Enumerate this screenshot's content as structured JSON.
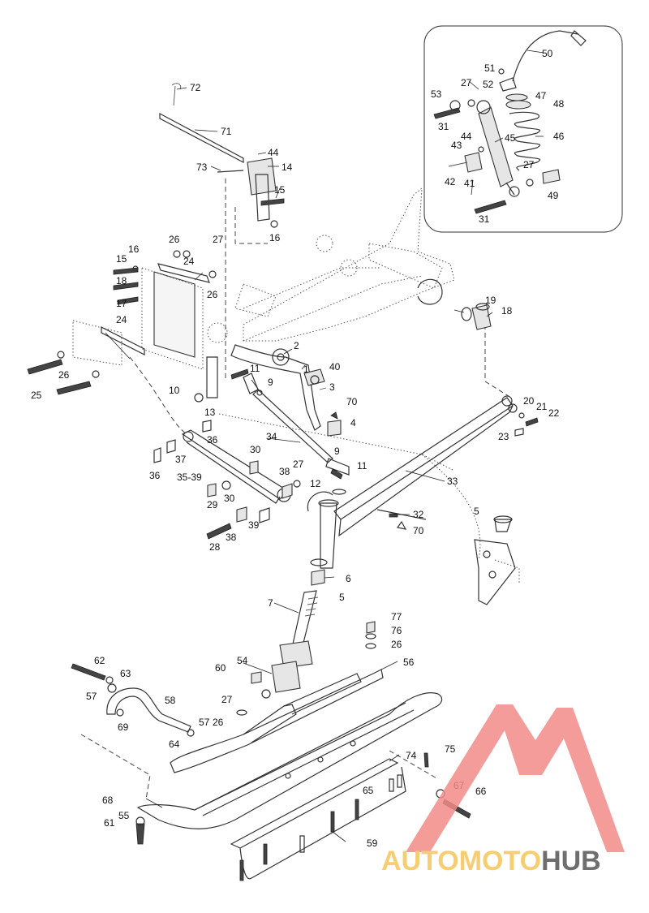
{
  "watermark": {
    "brand_light": "AUTOMOTO",
    "brand_dark": "HUB",
    "colors": {
      "triangle": "#f28b87",
      "auto": "#f6c55a",
      "moto": "#f28b87",
      "hub": "#555555"
    }
  },
  "callouts": [
    {
      "id": "c72",
      "label": "72"
    },
    {
      "id": "c71",
      "label": "71"
    },
    {
      "id": "c44a",
      "label": "44"
    },
    {
      "id": "c14",
      "label": "14"
    },
    {
      "id": "c73",
      "label": "73"
    },
    {
      "id": "c15a",
      "label": "15"
    },
    {
      "id": "c16a",
      "label": "16"
    },
    {
      "id": "c26a",
      "label": "26"
    },
    {
      "id": "c27a",
      "label": "27"
    },
    {
      "id": "c16b",
      "label": "16"
    },
    {
      "id": "c24a",
      "label": "24"
    },
    {
      "id": "c15b",
      "label": "15"
    },
    {
      "id": "c26b",
      "label": "26"
    },
    {
      "id": "c18b",
      "label": "18"
    },
    {
      "id": "c17",
      "label": "17"
    },
    {
      "id": "c24b",
      "label": "24"
    },
    {
      "id": "c26c",
      "label": "26"
    },
    {
      "id": "c25",
      "label": "25"
    },
    {
      "id": "c2",
      "label": "2"
    },
    {
      "id": "c1",
      "label": "1"
    },
    {
      "id": "c40",
      "label": "40"
    },
    {
      "id": "c3",
      "label": "3"
    },
    {
      "id": "c11a",
      "label": "11"
    },
    {
      "id": "c9a",
      "label": "9"
    },
    {
      "id": "c10",
      "label": "10"
    },
    {
      "id": "c13",
      "label": "13"
    },
    {
      "id": "c70a",
      "label": "70"
    },
    {
      "id": "c4",
      "label": "4"
    },
    {
      "id": "c34",
      "label": "34"
    },
    {
      "id": "c9b",
      "label": "9"
    },
    {
      "id": "c11b",
      "label": "11"
    },
    {
      "id": "c36a",
      "label": "36"
    },
    {
      "id": "c30a",
      "label": "30"
    },
    {
      "id": "c37",
      "label": "37"
    },
    {
      "id": "c3539",
      "label": "35-39"
    },
    {
      "id": "c36b",
      "label": "36"
    },
    {
      "id": "c38a",
      "label": "38"
    },
    {
      "id": "c27b",
      "label": "27"
    },
    {
      "id": "c30b",
      "label": "30"
    },
    {
      "id": "c29",
      "label": "29"
    },
    {
      "id": "c12",
      "label": "12"
    },
    {
      "id": "c33",
      "label": "33"
    },
    {
      "id": "c32",
      "label": "32"
    },
    {
      "id": "c70b",
      "label": "70"
    },
    {
      "id": "c39",
      "label": "39"
    },
    {
      "id": "c38b",
      "label": "38"
    },
    {
      "id": "c28",
      "label": "28"
    },
    {
      "id": "c6",
      "label": "6"
    },
    {
      "id": "c5a",
      "label": "5"
    },
    {
      "id": "c5b",
      "label": "5"
    },
    {
      "id": "c7",
      "label": "7"
    },
    {
      "id": "c19",
      "label": "19"
    },
    {
      "id": "c18",
      "label": "18"
    },
    {
      "id": "c20",
      "label": "20"
    },
    {
      "id": "c21",
      "label": "21"
    },
    {
      "id": "c22",
      "label": "22"
    },
    {
      "id": "c23",
      "label": "23"
    },
    {
      "id": "c50",
      "label": "50"
    },
    {
      "id": "c51",
      "label": "51"
    },
    {
      "id": "c52",
      "label": "52"
    },
    {
      "id": "c27c",
      "label": "27"
    },
    {
      "id": "c53",
      "label": "53"
    },
    {
      "id": "c47",
      "label": "47"
    },
    {
      "id": "c48",
      "label": "48"
    },
    {
      "id": "c31a",
      "label": "31"
    },
    {
      "id": "c45",
      "label": "45"
    },
    {
      "id": "c46",
      "label": "46"
    },
    {
      "id": "c44b",
      "label": "44"
    },
    {
      "id": "c43",
      "label": "43"
    },
    {
      "id": "c27d",
      "label": "27"
    },
    {
      "id": "c42",
      "label": "42"
    },
    {
      "id": "c41",
      "label": "41"
    },
    {
      "id": "c49",
      "label": "49"
    },
    {
      "id": "c31b",
      "label": "31"
    },
    {
      "id": "c77",
      "label": "77"
    },
    {
      "id": "c76",
      "label": "76"
    },
    {
      "id": "c26d",
      "label": "26"
    },
    {
      "id": "c62",
      "label": "62"
    },
    {
      "id": "c54",
      "label": "54"
    },
    {
      "id": "c56",
      "label": "56"
    },
    {
      "id": "c60",
      "label": "60"
    },
    {
      "id": "c63",
      "label": "63"
    },
    {
      "id": "c57a",
      "label": "57"
    },
    {
      "id": "c58",
      "label": "58"
    },
    {
      "id": "c27e",
      "label": "27"
    },
    {
      "id": "c26e",
      "label": "26"
    },
    {
      "id": "c57b",
      "label": "57"
    },
    {
      "id": "c69",
      "label": "69"
    },
    {
      "id": "c64",
      "label": "64"
    },
    {
      "id": "c75",
      "label": "75"
    },
    {
      "id": "c74",
      "label": "74"
    },
    {
      "id": "c67",
      "label": "67"
    },
    {
      "id": "c66",
      "label": "66"
    },
    {
      "id": "c65",
      "label": "65"
    },
    {
      "id": "c68",
      "label": "68"
    },
    {
      "id": "c55",
      "label": "55"
    },
    {
      "id": "c61",
      "label": "61"
    },
    {
      "id": "c59",
      "label": "59"
    }
  ]
}
